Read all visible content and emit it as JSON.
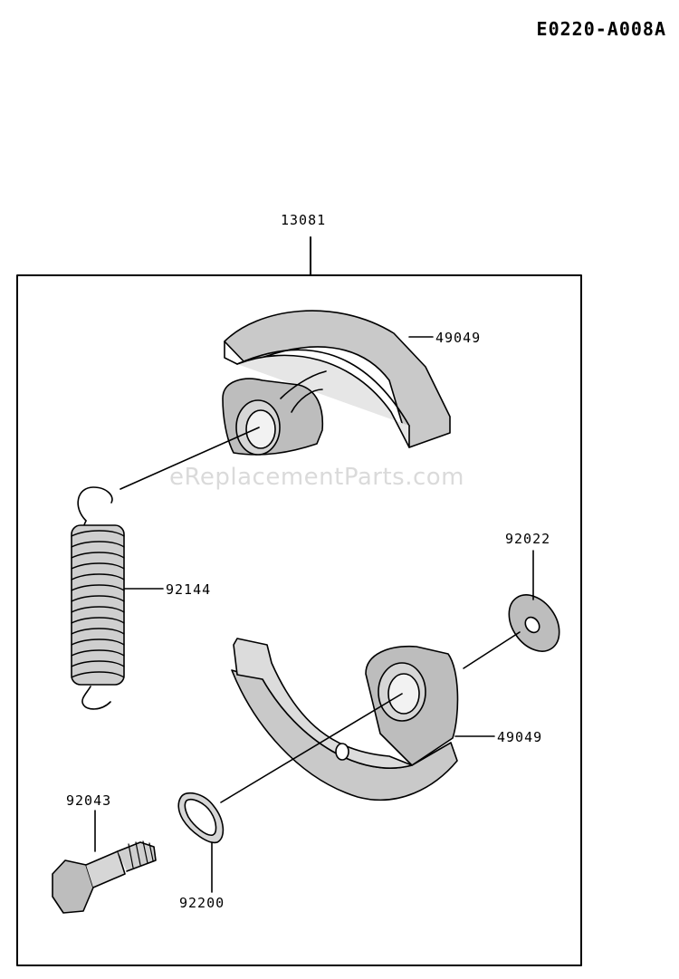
{
  "diagram_code": "E0220-A008A",
  "watermark": "eReplacementParts.com",
  "parts": {
    "assembly": "13081",
    "shoe_top": "49049",
    "spring": "92144",
    "washer": "92022",
    "shoe_bottom": "49049",
    "bolt": "92043",
    "ring": "92200"
  }
}
